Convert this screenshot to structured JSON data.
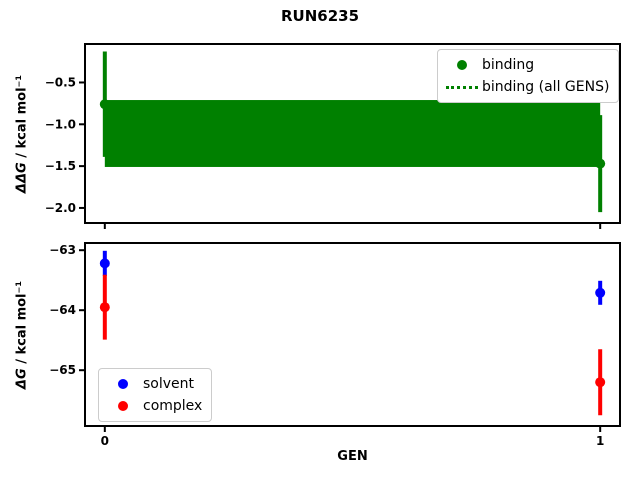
{
  "figure": {
    "title": "RUN6235",
    "background": "#ffffff"
  },
  "chart_data": [
    {
      "type": "scatter",
      "title": "RUN6235",
      "xlabel": "",
      "ylabel": "ΔΔG / kcal mol⁻¹",
      "ylabel_math": "ΔΔG",
      "ylabel_rest": " / kcal mol⁻¹",
      "xlim": [
        -0.04,
        1.04
      ],
      "ylim": [
        -2.18,
        -0.04
      ],
      "xticks": {
        "values": [
          0,
          1
        ],
        "labels": [
          "0",
          "1"
        ],
        "show_labels": false
      },
      "yticks": {
        "values": [
          -0.5,
          -1.0,
          -1.5,
          -2.0
        ],
        "labels": [
          "−0.5",
          "−1.0",
          "−1.5",
          "−2.0"
        ]
      },
      "grid": false,
      "legend_position": "upper right",
      "series": [
        {
          "name": "binding",
          "kind": "errorbar-scatter",
          "marker": "circle",
          "color": "#008000",
          "x": [
            0,
            1
          ],
          "y": [
            -0.76,
            -1.47
          ],
          "yerr": [
            0.63,
            0.58
          ]
        },
        {
          "name": "binding (all GENS)",
          "kind": "mean-band",
          "line_style": "dotted",
          "color": "#008000",
          "mean": -1.11,
          "std": 0.4,
          "x_span": [
            0,
            1
          ]
        }
      ]
    },
    {
      "type": "scatter",
      "title": "",
      "xlabel": "GEN",
      "ylabel": "ΔG / kcal mol⁻¹",
      "ylabel_math": "ΔG",
      "ylabel_rest": " / kcal mol⁻¹",
      "xlim": [
        -0.04,
        1.04
      ],
      "ylim": [
        -65.93,
        -62.88
      ],
      "xticks": {
        "values": [
          0,
          1
        ],
        "labels": [
          "0",
          "1"
        ],
        "show_labels": true
      },
      "yticks": {
        "values": [
          -63,
          -64,
          -65
        ],
        "labels": [
          "−63",
          "−64",
          "−65"
        ]
      },
      "grid": false,
      "legend_position": "lower left",
      "series": [
        {
          "name": "solvent",
          "kind": "errorbar-scatter",
          "marker": "circle",
          "color": "#0000ff",
          "x": [
            0,
            1
          ],
          "y": [
            -63.22,
            -63.71
          ],
          "yerr": [
            0.21,
            0.2
          ]
        },
        {
          "name": "complex",
          "kind": "errorbar-scatter",
          "marker": "circle",
          "color": "#ff0000",
          "x": [
            0,
            1
          ],
          "y": [
            -63.95,
            -65.2
          ],
          "yerr": [
            0.54,
            0.55
          ]
        }
      ]
    }
  ]
}
